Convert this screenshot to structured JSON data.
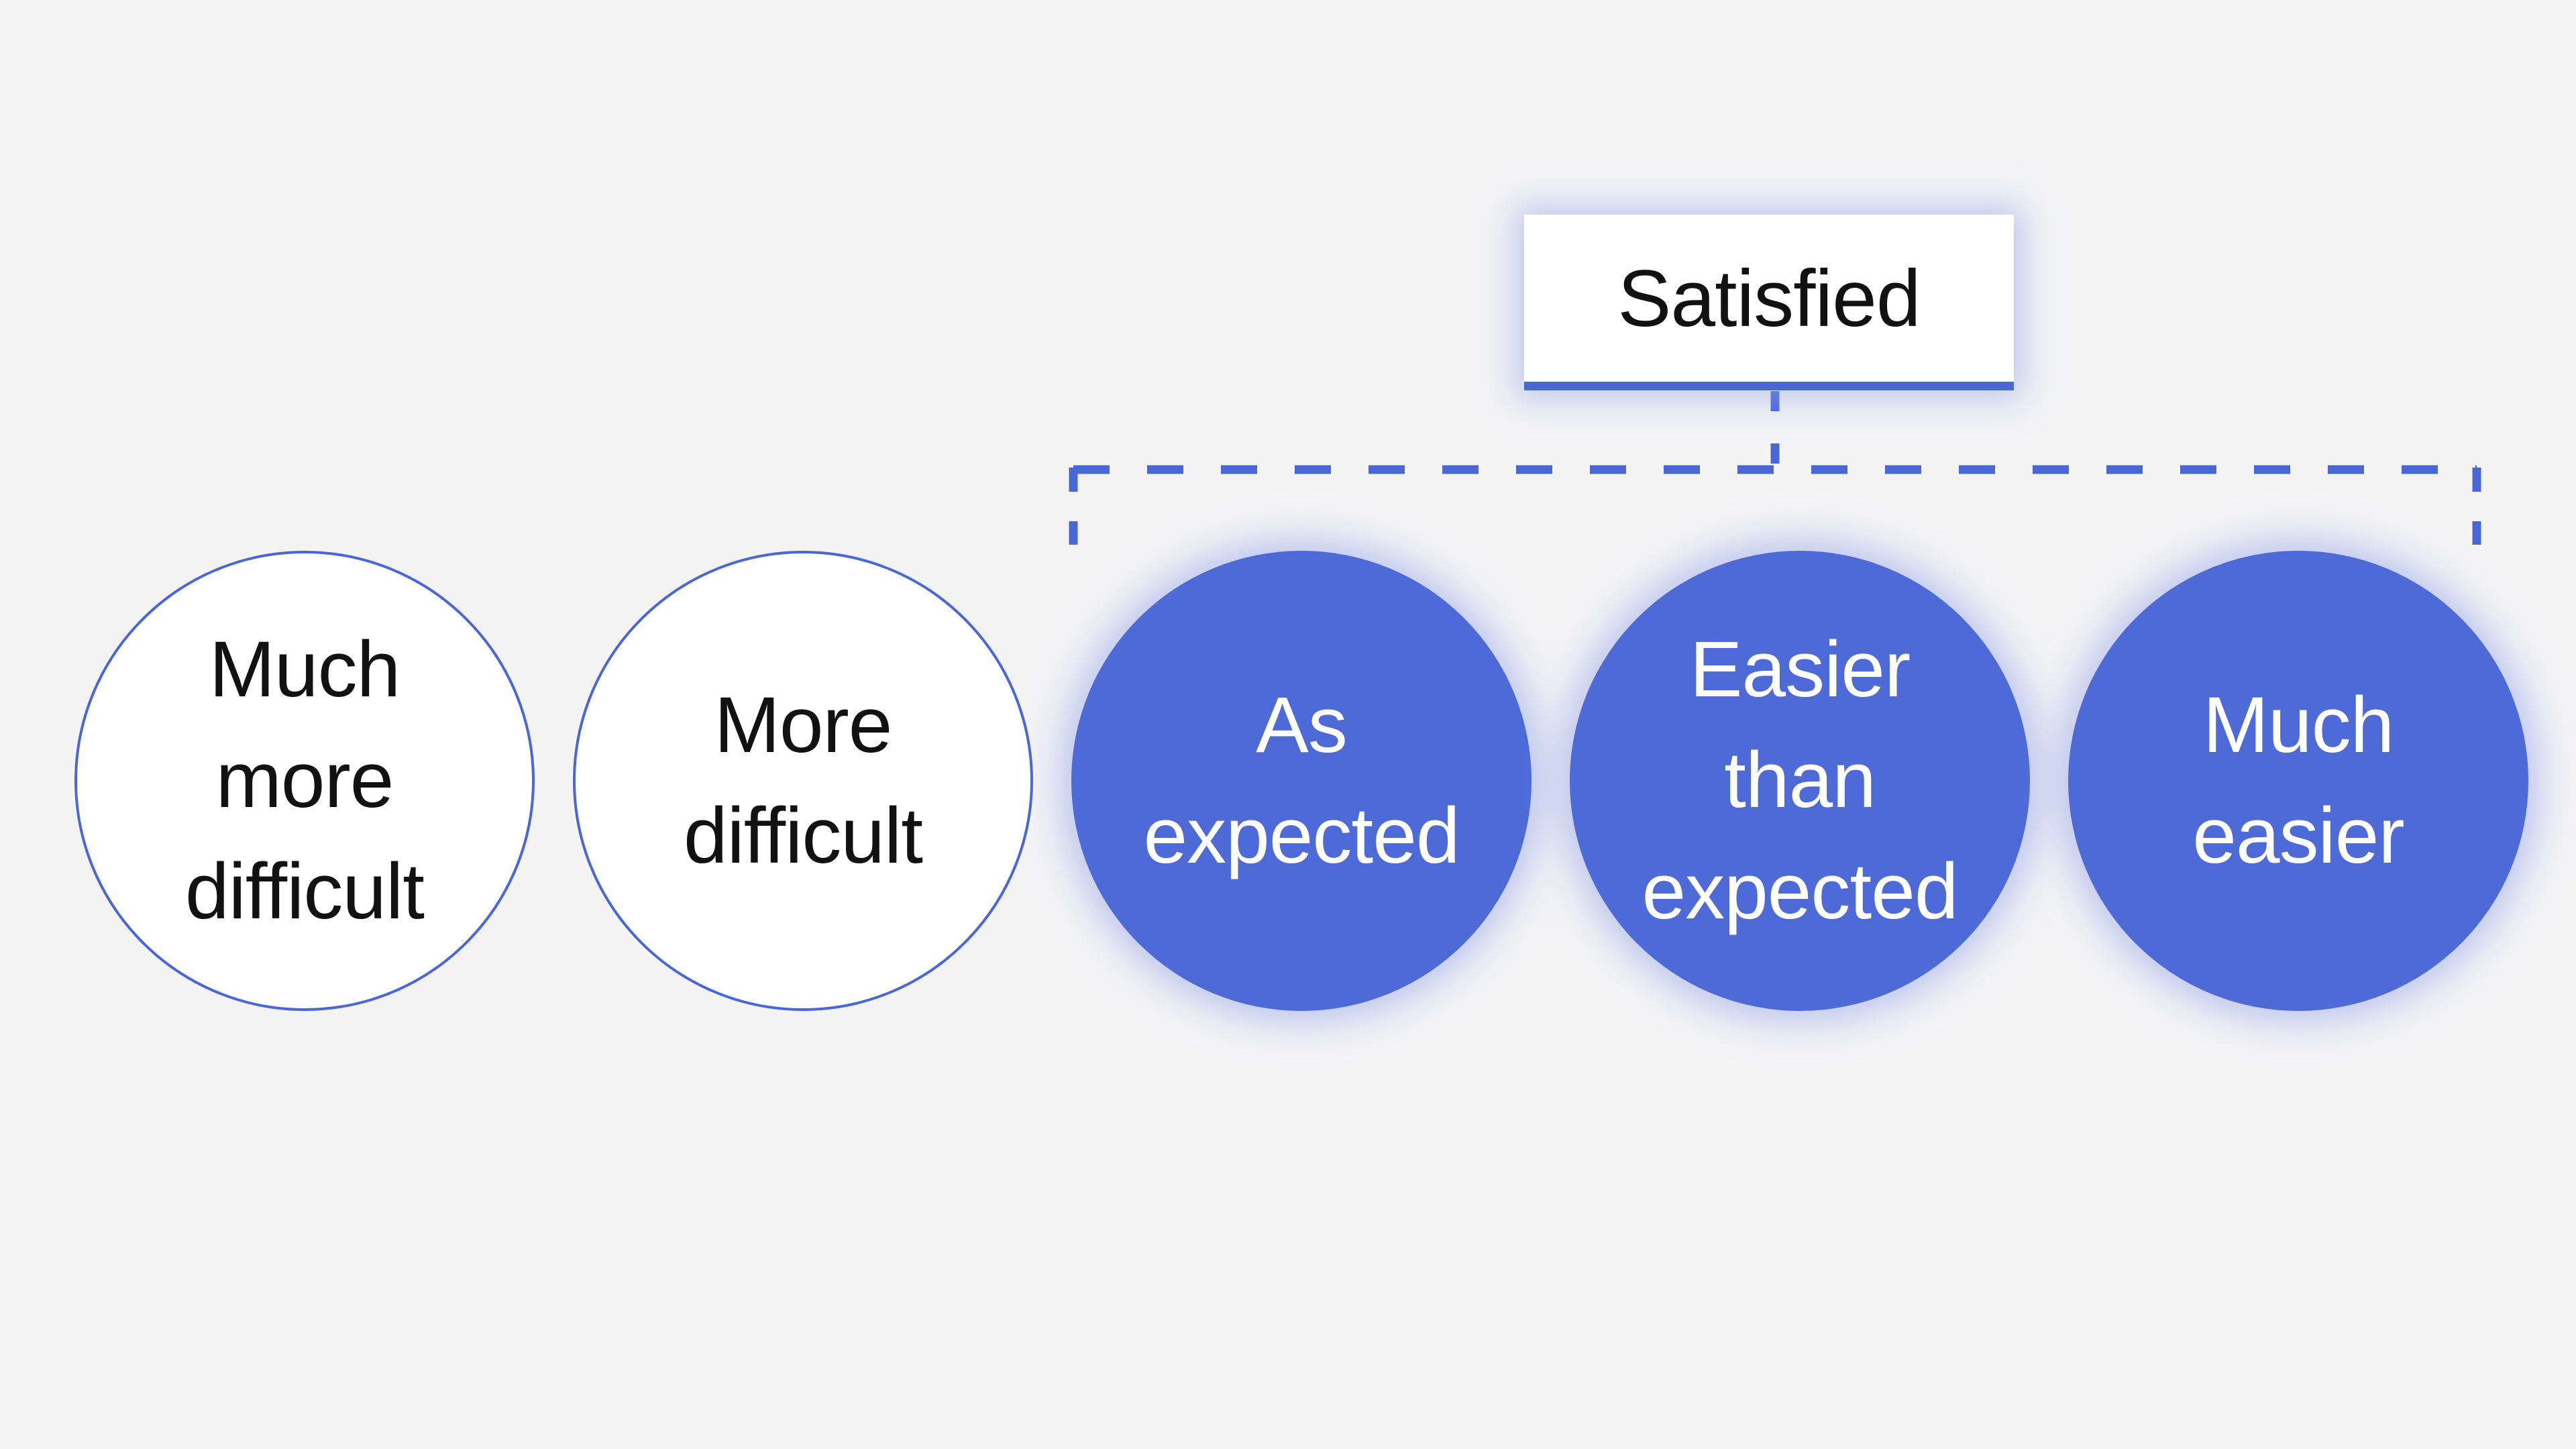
{
  "colors": {
    "background": "#F4F4F5",
    "accent_blue": "#4A67D6",
    "node_fill_blue": "#4E6AD7",
    "node_text": "#FFFFFF",
    "label_text": "#111111",
    "box_background": "#FFFFFF"
  },
  "header": {
    "label": "Satisfied"
  },
  "connector": {
    "style": "dashed",
    "description": "dashed bracket linking the Satisfied label to the three filled circles"
  },
  "nodes": [
    {
      "id": "much-more-difficult",
      "label": "Much\nmore\ndifficult",
      "variant": "outline",
      "grouped_under_satisfied": false
    },
    {
      "id": "more-difficult",
      "label": "More\ndifficult",
      "variant": "outline",
      "grouped_under_satisfied": false
    },
    {
      "id": "as-expected",
      "label": "As\nexpected",
      "variant": "filled",
      "grouped_under_satisfied": true
    },
    {
      "id": "easier-than-expected",
      "label": "Easier\nthan\nexpected",
      "variant": "filled",
      "grouped_under_satisfied": true
    },
    {
      "id": "much-easier",
      "label": "Much\neasier",
      "variant": "filled",
      "grouped_under_satisfied": true
    }
  ]
}
